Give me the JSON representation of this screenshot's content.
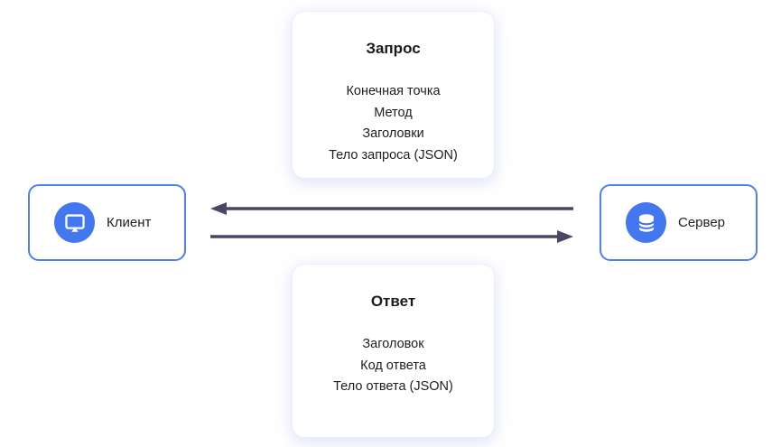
{
  "request_card": {
    "title": "Запрос",
    "items": [
      "Конечная точка",
      "Метод",
      "Заголовки",
      "Тело запроса (JSON)"
    ]
  },
  "response_card": {
    "title": "Ответ",
    "items": [
      "Заголовок",
      "Код ответа",
      "Тело ответа (JSON)"
    ]
  },
  "client_node": {
    "label": "Клиент",
    "icon": "monitor-icon"
  },
  "server_node": {
    "label": "Сервер",
    "icon": "database-icon"
  },
  "arrows": {
    "top_direction": "server-to-client",
    "bottom_direction": "client-to-server"
  },
  "colors": {
    "accent_blue": "#4377f0",
    "node_border": "#4e80f4",
    "arrow": "#4a4664",
    "card_border": "#e9eefb",
    "text": "#1e1e1e"
  }
}
